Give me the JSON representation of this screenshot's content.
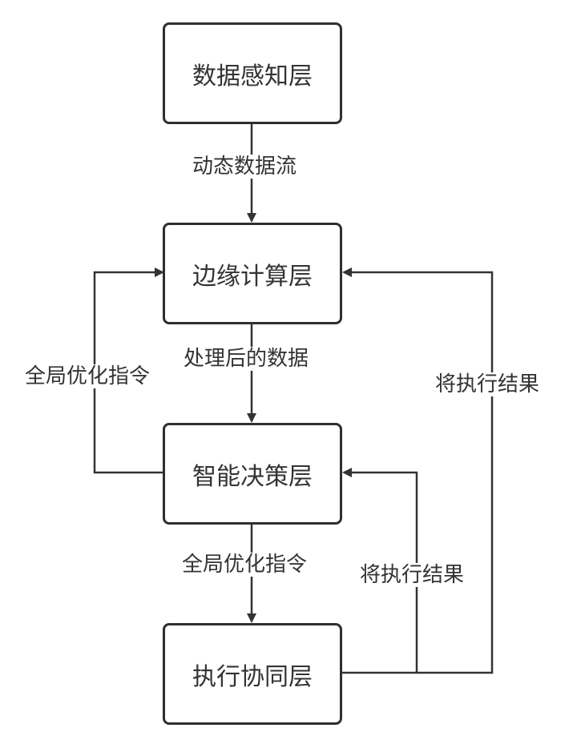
{
  "nodes": {
    "perception": "数据感知层",
    "edge": "边缘计算层",
    "decision": "智能决策层",
    "execution": "执行协同层"
  },
  "edges": {
    "perception_to_edge": "动态数据流",
    "edge_to_decision": "处理后的数据",
    "decision_to_execution": "全局优化指令",
    "decision_to_edge": "全局优化指令",
    "execution_to_decision": "将执行结果",
    "execution_to_edge": "将执行结果"
  }
}
